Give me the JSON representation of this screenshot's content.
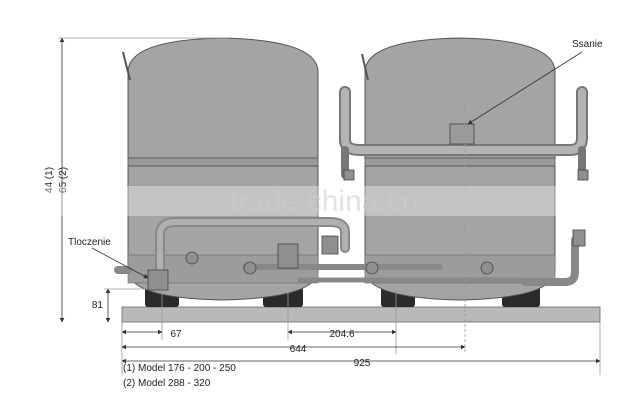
{
  "labels": {
    "suction": "Ssanie",
    "discharge": "Tloczenie"
  },
  "dimensions": {
    "height": "44 (1)",
    "height_alt": "65 (2)",
    "base": "81",
    "offset_67": "67",
    "span_204": "204.6",
    "span_644": "644",
    "total_925": "925"
  },
  "notes": {
    "model_1": "(1) Model  176 - 200 - 250",
    "model_2": "(2) Model  288 - 320"
  },
  "watermark": "trade.china.cn",
  "colors": {
    "body": "#a4a4a4",
    "base": "#b9b9b9",
    "dim_line": "#333333"
  }
}
